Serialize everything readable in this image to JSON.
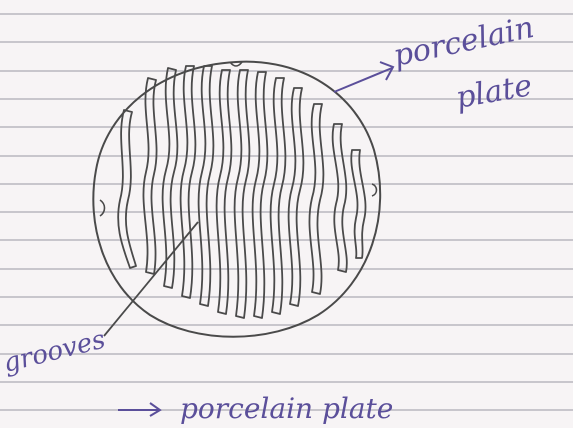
{
  "labels": {
    "plate_label_line1": "porcelain",
    "plate_label_line2": "plate",
    "grooves_label": "grooves",
    "caption": "porcelain plate"
  },
  "colors": {
    "paper": "#f7f4f5",
    "rule_line": "#b9b7bf",
    "pencil": "#4a4a4a",
    "ink": "#5b4f9a"
  }
}
